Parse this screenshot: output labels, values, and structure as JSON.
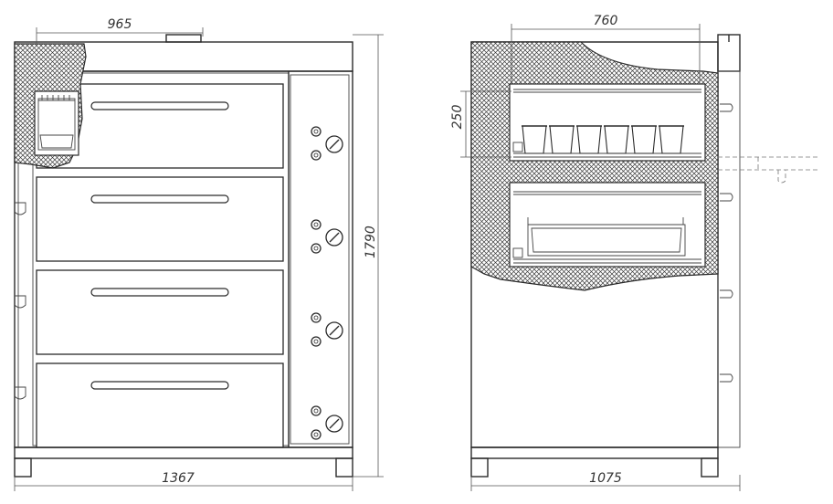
{
  "dimensions": {
    "front_top_width": "965",
    "front_bottom_width": "1367",
    "front_height": "1790",
    "side_top_depth": "760",
    "side_bottom_depth": "1075",
    "side_chamber_height": "250"
  },
  "front_view": {
    "deck_count": 4
  },
  "colors": {
    "line": "#2a2a2a",
    "hatch": "#4a4a4a",
    "background": "#ffffff"
  }
}
